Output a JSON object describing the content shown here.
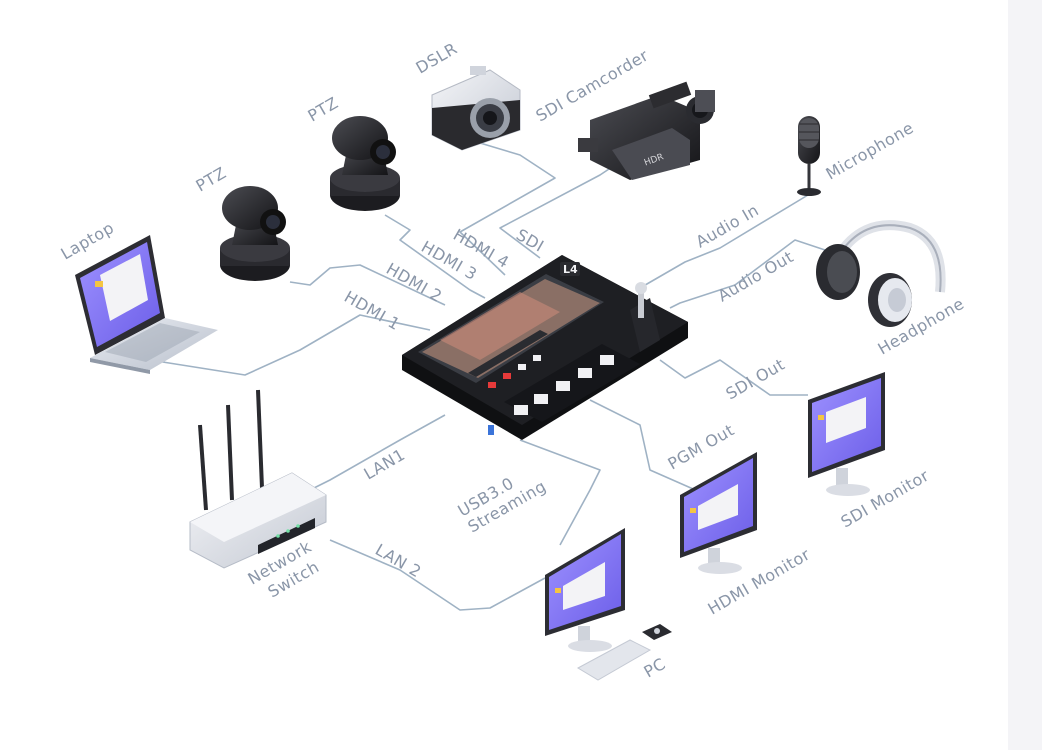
{
  "device": {
    "brand_mark": "L4"
  },
  "sources": {
    "dslr": "DSLR",
    "sdi_camcorder": "SDI Camcorder",
    "ptz_1": "PTZ",
    "ptz_2": "PTZ",
    "laptop": "Laptop",
    "microphone": "Microphone",
    "headphone": "Headphone",
    "network_switch_line1": "Network",
    "network_switch_line2": "Switch",
    "sdi_monitor": "SDI Monitor",
    "hdmi_monitor": "HDMI Monitor",
    "pc": "PC"
  },
  "connections": {
    "hdmi_1": "HDMI 1",
    "hdmi_2": "HDMI 2",
    "hdmi_3": "HDMI 3",
    "hdmi_4": "HDMI 4",
    "sdi": "SDI",
    "audio_in": "Audio In",
    "audio_out": "Audio Out",
    "sdi_out": "SDI Out",
    "pgm_out": "PGM Out",
    "usb_line1": "USB3.0",
    "usb_line2": "Streaming",
    "lan_1": "LAN1",
    "lan_2": "LAN 2"
  },
  "colors": {
    "wire": "#9fb2c4",
    "label": "#8a96a8",
    "screen": "#8b7ef2",
    "device_body": "#1c1c1f"
  },
  "hdr_badge": "HDR"
}
